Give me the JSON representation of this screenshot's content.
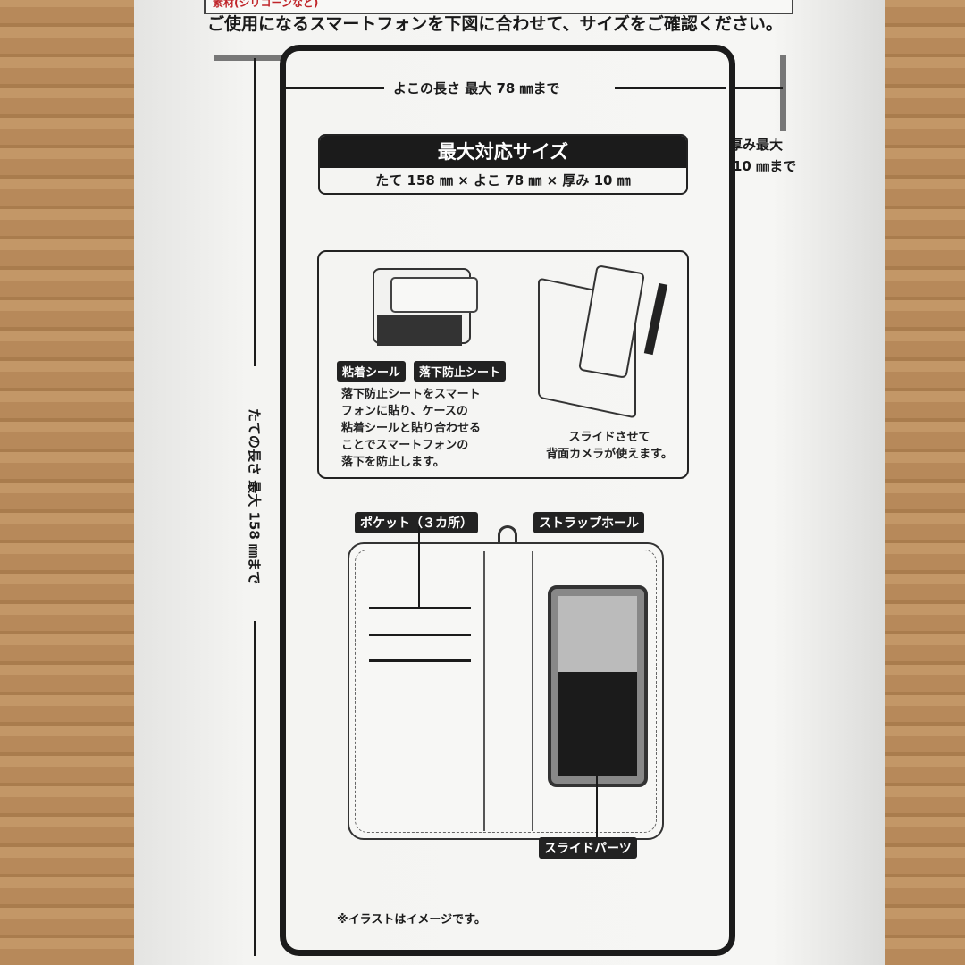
{
  "top_notice": "素材(シリコーンなど)",
  "instruction": "ご使用になるスマートフォンを下図に合わせて、サイズをご確認ください。",
  "width_label": "よこの長さ 最大 78 ㎜まで",
  "thickness_label": [
    "厚み最大",
    "10 ㎜まで"
  ],
  "height_label": "たての長さ 最大 158 ㎜まで",
  "max_size": {
    "title": "最大対応サイズ",
    "dims": "たて 158 ㎜ × よこ 78 ㎜ × 厚み 10 ㎜"
  },
  "panel": {
    "tag_adhesive": "粘着シール",
    "tag_sheet": "落下防止シート",
    "left_text": [
      "落下防止シートをスマート",
      "フォンに貼り、ケースの",
      "粘着シールと貼り合わせる",
      "ことでスマートフォンの",
      "落下を防止します。"
    ],
    "right_text": [
      "スライドさせて",
      "背面カメラが使えます。"
    ]
  },
  "case": {
    "pocket": "ポケット（３カ所）",
    "strap": "ストラップホール",
    "slide": "スライドパーツ"
  },
  "note": "※イラストはイメージです。"
}
